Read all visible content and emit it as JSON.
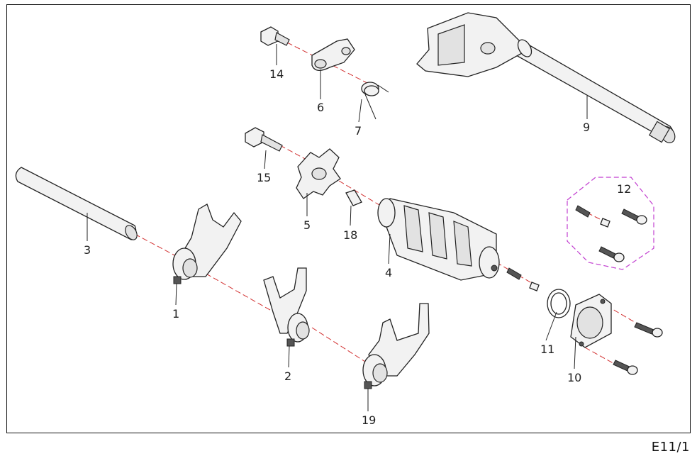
{
  "diagram": {
    "page_ref": "E11/1",
    "callouts": {
      "c1": "1",
      "c2": "2",
      "c3": "3",
      "c4": "4",
      "c5": "5",
      "c6": "6",
      "c7": "7",
      "c9": "9",
      "c10": "10",
      "c11": "11",
      "c12": "12",
      "c14": "14",
      "c15": "15",
      "c18": "18",
      "c19": "19"
    },
    "colors": {
      "axis_line": "#d23030",
      "kit_outline": "#c23fd0",
      "line": "#222222"
    }
  }
}
